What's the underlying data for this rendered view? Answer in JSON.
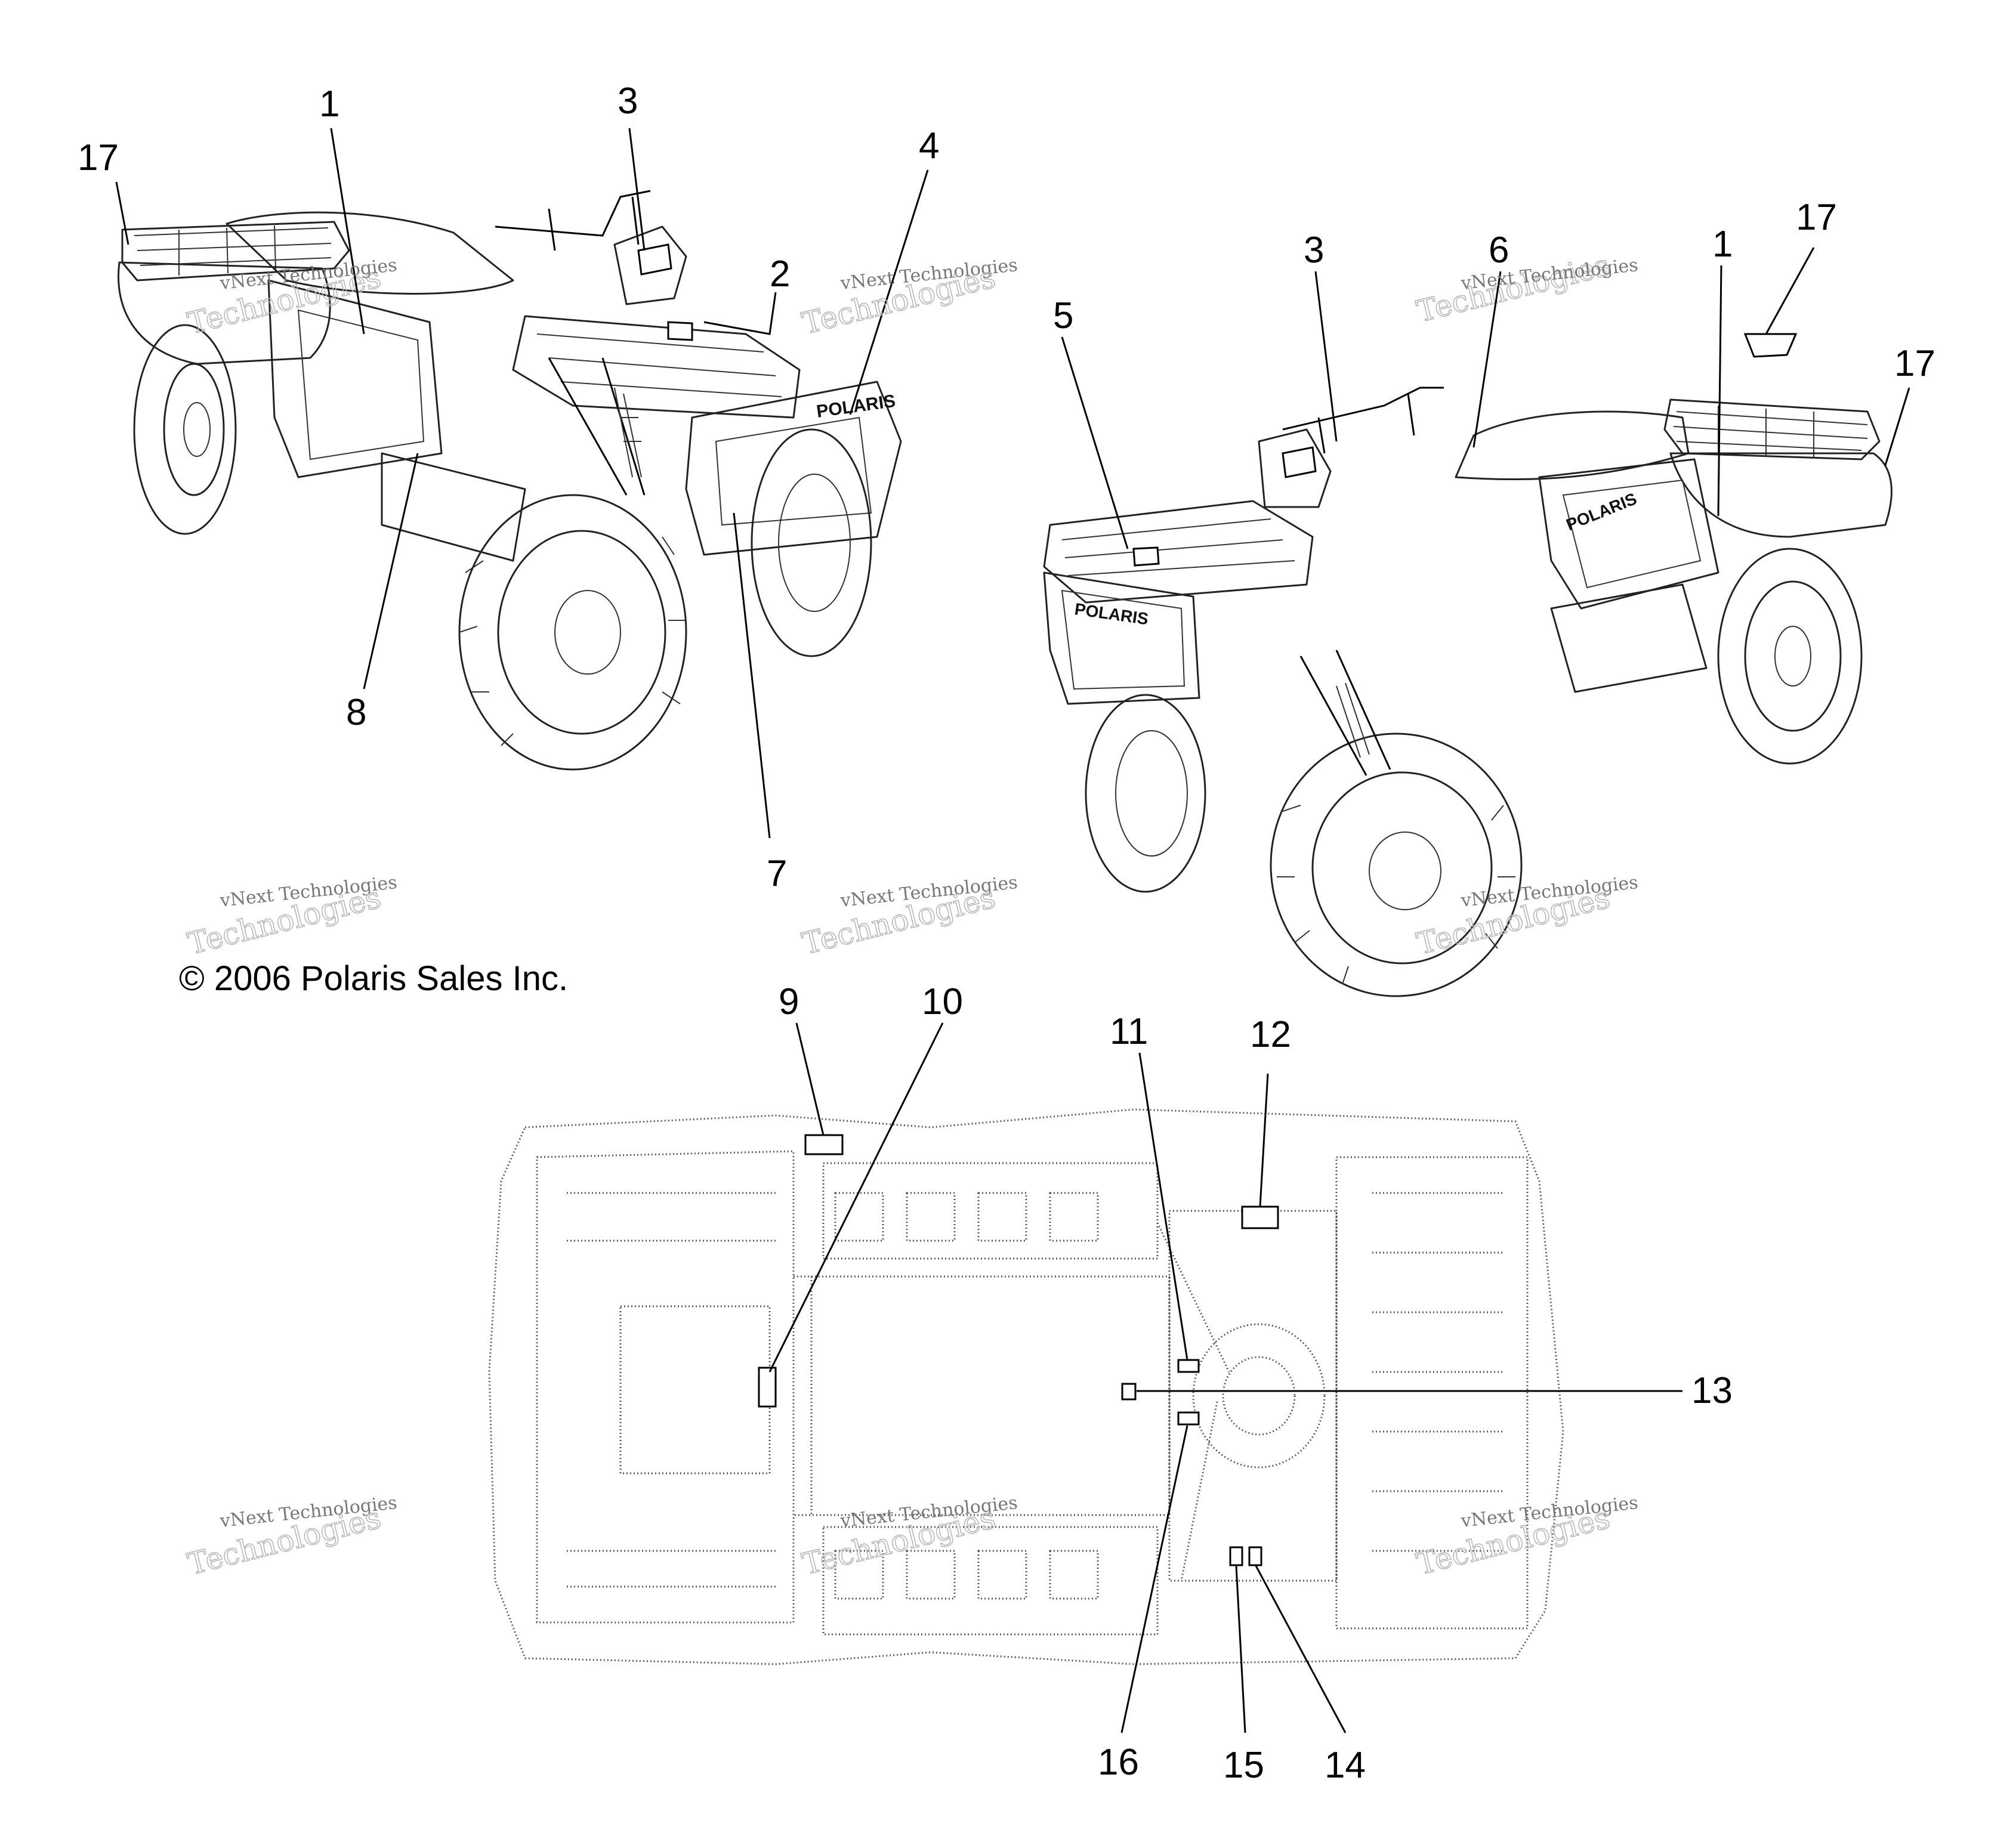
{
  "copyright": "© 2006 Polaris Sales Inc.",
  "watermark": {
    "line1": "vNext Technologies",
    "line2": "Technologies"
  },
  "brand_label": "POLARIS",
  "callouts": {
    "left": [
      {
        "id": "17",
        "text": "17"
      },
      {
        "id": "1",
        "text": "1"
      },
      {
        "id": "3",
        "text": "3"
      },
      {
        "id": "4",
        "text": "4"
      },
      {
        "id": "2",
        "text": "2"
      },
      {
        "id": "8",
        "text": "8"
      },
      {
        "id": "7",
        "text": "7"
      }
    ],
    "right": [
      {
        "id": "3",
        "text": "3"
      },
      {
        "id": "6",
        "text": "6"
      },
      {
        "id": "5",
        "text": "5"
      },
      {
        "id": "1",
        "text": "1"
      },
      {
        "id": "17a",
        "text": "17"
      },
      {
        "id": "17b",
        "text": "17"
      }
    ],
    "bottom": [
      {
        "id": "9",
        "text": "9"
      },
      {
        "id": "10",
        "text": "10"
      },
      {
        "id": "11",
        "text": "11"
      },
      {
        "id": "12",
        "text": "12"
      },
      {
        "id": "13",
        "text": "13"
      },
      {
        "id": "16",
        "text": "16"
      },
      {
        "id": "15",
        "text": "15"
      },
      {
        "id": "14",
        "text": "14"
      }
    ]
  }
}
